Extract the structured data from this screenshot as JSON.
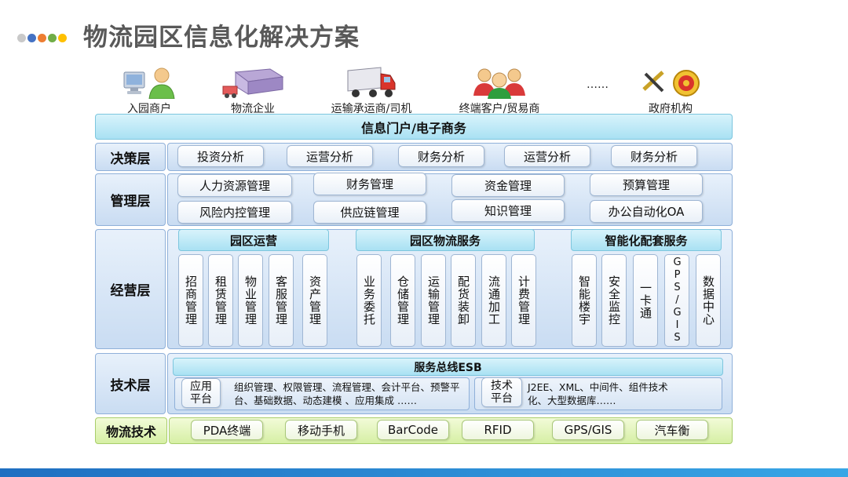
{
  "header": {
    "title": "物流园区信息化解决方案",
    "dot_colors": [
      "#c9c9c9",
      "#4472c4",
      "#ed7d31",
      "#70ad47",
      "#ffc000"
    ]
  },
  "actors": [
    {
      "label": "入园商户",
      "icon": "merchant-computer-icon"
    },
    {
      "label": "物流企业",
      "icon": "logistics-warehouse-icon"
    },
    {
      "label": "运输承运商/司机",
      "icon": "truck-icon"
    },
    {
      "label": "终端客户/贸易商",
      "icon": "customers-icon"
    },
    {
      "label": "……",
      "icon": ""
    },
    {
      "label": "政府机构",
      "icon": "government-badge-icon"
    }
  ],
  "portal": {
    "label": "信息门户/电子商务"
  },
  "decision": {
    "label": "决策层",
    "items": [
      "投资分析",
      "运营分析",
      "财务分析",
      "运营分析",
      "财务分析"
    ]
  },
  "management": {
    "label": "管理层",
    "row1": [
      "人力资源管理",
      "财务管理",
      "资金管理",
      "预算管理"
    ],
    "row2": [
      "风险内控管理",
      "供应链管理",
      "知识管理",
      "办公自动化OA"
    ]
  },
  "operation": {
    "label": "经营层",
    "groups": [
      {
        "title": "园区运营",
        "items": [
          "招商管理",
          "租赁管理",
          "物业管理",
          "客服管理",
          "资产管理"
        ]
      },
      {
        "title": "园区物流服务",
        "items": [
          "业务委托",
          "仓储管理",
          "运输管理",
          "配货装卸",
          "流通加工",
          "计费管理"
        ]
      },
      {
        "title": "智能化配套服务",
        "items": [
          "智能楼宇",
          "安全监控",
          "一卡通",
          "GPS/GIS",
          "数据中心"
        ]
      }
    ]
  },
  "technology": {
    "label": "技术层",
    "esb": "服务总线ESB",
    "app_platform": {
      "title": "应用平台",
      "desc": "组织管理、权限管理、流程管理、会计平台、预警平台、基础数据、动态建模 、应用集成 ……"
    },
    "tech_platform": {
      "title": "技术平台",
      "desc": "J2EE、XML、中间件、组件技术化、大型数据库……"
    }
  },
  "logistics_tech": {
    "label": "物流技术",
    "items": [
      "PDA终端",
      "移动手机",
      "BarCode",
      "RFID",
      "GPS/GIS",
      "汽车衡"
    ]
  }
}
